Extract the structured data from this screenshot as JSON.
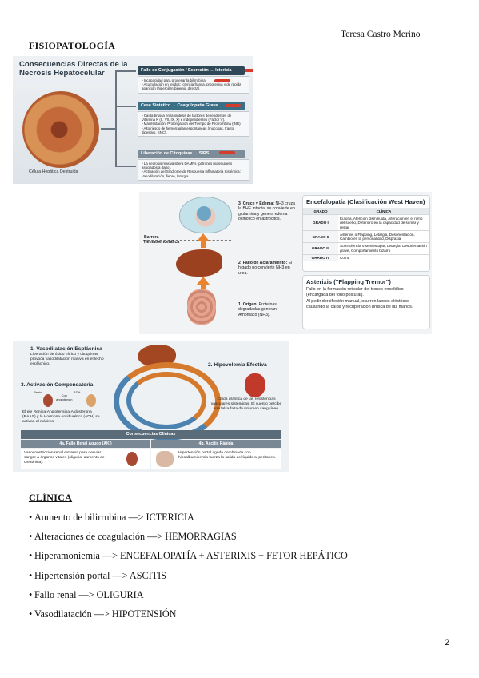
{
  "author": "Teresa Castro Merino",
  "section_fisio": "FISIOPATOLOGÍA",
  "section_clinica": "CLÍNICA",
  "page_number": "2",
  "figure1": {
    "title": "Consecuencias Directas de la Necrosis Hepatocelular",
    "cell_caption": "Célula Hepática Destruida",
    "box1": {
      "header": "Fallo de Conjugación / Excreción → Ictericia",
      "line1": "• Incapacidad para procesar la bilirrubina.",
      "line2": "• Acumulación en tejidos: Ictericia franca, progresiva y de rápida aparición (hiperbilirrubinemia directa)."
    },
    "box2": {
      "header": "Cese Sintético → Coagulopatía Grave",
      "line1": "• Caída brusca en la síntesis de factores dependientes de Vitamina K (II, VII, IX, X) e independientes (Factor V).",
      "line2": "• Manifestación: Prolongación del Tiempo de Protrombina (INR).",
      "line3": "• Alto riesgo de hemorragias espontáneas (mucosas, tracto digestivo, SNC)."
    },
    "box3": {
      "header": "Liberación de Citoquinas → SIRS",
      "line1": "• La necrosis masiva libera DAMPs (patrones moleculares asociados a daño).",
      "line2": "• Activación del Síndrome de Respuesta Inflamatoria Sistémica: Vasodilatación, fiebre, letargia."
    }
  },
  "figure2": {
    "step3": {
      "title": "3. Cruce y Edema:",
      "text": "NH3 cruza la BHE intacta, se convierte en glutamina y genera edema osmótico en astrocitos."
    },
    "barrier": "Barrera Hematoencefálica",
    "step2": {
      "title": "2. Fallo de Aclaramiento:",
      "text": "El hígado no convierte NH3 en urea."
    },
    "step1": {
      "title": "1. Origen:",
      "text": "Proteínas degradadas generan Amoníaco (NH3)."
    },
    "encefalopatia": {
      "title": "Encefalopatía (Clasificación West Haven)",
      "col_grado": "GRADO",
      "col_clinica": "CLÍNICA",
      "rows": [
        {
          "grado": "GRADO I",
          "clinica": "Euforia, Atención disminuida, Alteración en el ritmo del sueño, Deterioro en la capacidad de sumar y restar"
        },
        {
          "grado": "GRADO II",
          "clinica": "Asterixis o Flapping, Letargia, Desorientación, Cambio en la personalidad, Dispraxia"
        },
        {
          "grado": "GRADO III",
          "clinica": "Somnolencia o semiestupor, Letargia, Desorientación grave, Comportamiento bizarro"
        },
        {
          "grado": "GRADO IV",
          "clinica": "Coma"
        }
      ]
    },
    "asterixis": {
      "title": "Asterixis (\"Flapping Tremor\")",
      "p1": "Fallo en la formación reticular del tronco encefálico (encargada del tono postural).",
      "p2": "Al pedir dorsiflexión manual, ocurren lapsos eléctricos causando la caída y recuperación brusca de las manos."
    }
  },
  "figure3": {
    "step1": {
      "title": "1. Vasodilatación Esplácnica",
      "text": "Liberación de óxido nítrico y citoquinas provoca vasodilatación masiva en el lecho esplácnico."
    },
    "step2": {
      "title": "2. Hipovolemia Efectiva",
      "text": "Caída drástica de las resistencias vasculares sistémicas. El cuerpo percibe una falsa falta de volumen sanguíneo."
    },
    "step3": {
      "title": "3. Activación Compensatoria",
      "text": "El eje Renina-Angiotensina-Aldosterona (RAAS) y la Hormona Antidiurética (ADH) se activan al máximo."
    },
    "labels": {
      "renin": "Renin",
      "con": "Con",
      "angiotensin": "angiotensin",
      "adh": "ADH"
    },
    "clinicas": {
      "title": "Consecuencias Clínicas",
      "a_title": "4a. Fallo Renal Agudo (AKI)",
      "a_text": "Vasoconstricción renal extrema para desviar sangre a órganos vitales (oliguria, aumento de creatinina).",
      "b_title": "4b. Ascitis Rápida",
      "b_text": "Hipertensión portal aguda combinada con hipoalbuminemia fuerza la salida de líquido al peritoneo."
    }
  },
  "clinica_items": [
    "Aumento de bilirrubina —> ICTERICIA",
    "Alteraciones de coagulación —> HEMORRAGIAS",
    "Hiperamoniemia —> ENCEFALOPATÍA + ASTERIXIS + FETOR HEPÁTICO",
    "Hipertensión portal —> ASCITIS",
    "Fallo renal —> OLIGURIA",
    "Vasodilatación —> HIPOTENSIÓN"
  ],
  "colors": {
    "box1": "#2f4858",
    "box2": "#3b6f86",
    "box3": "#7d8c99",
    "accent_red": "#d63b2c",
    "accent_orange": "#e8832f"
  }
}
